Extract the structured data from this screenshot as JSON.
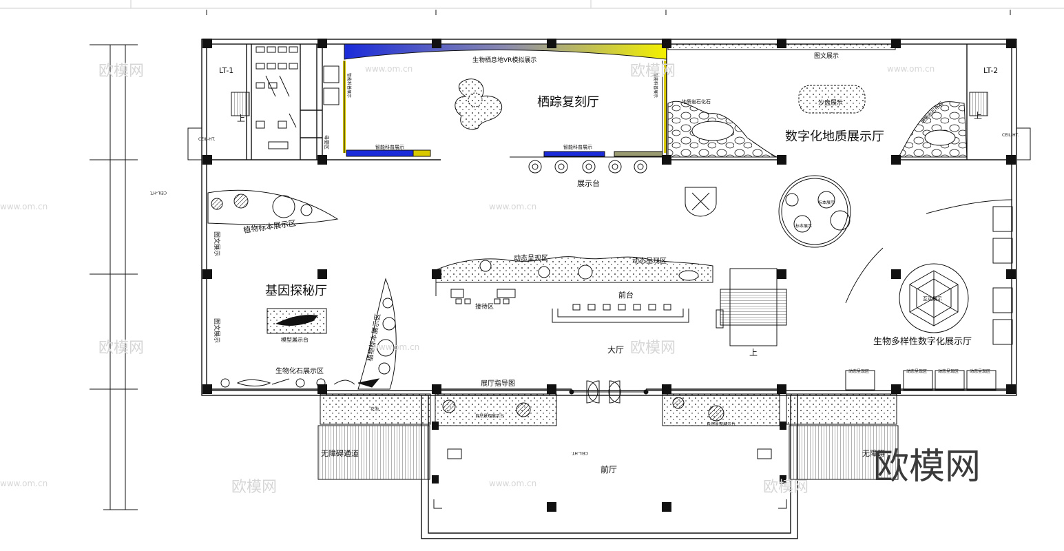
{
  "rooms": {
    "vr_room": "栖踪复刻厅",
    "geology_hall": "数字化地质展示厅",
    "gene_hall": "基因探秘厅",
    "biodiversity_hall": "生物多样性数字化展示厅",
    "lobby": "大厅",
    "front_hall": "前厅"
  },
  "labels": {
    "lt1": "LT-1",
    "lt2": "LT-2",
    "vr_exhibit": "生物栖息地VR模拟展示",
    "image_display_top": "图文展示",
    "sandtable": "沙盘展示",
    "geo_rock": "地质岩石化石",
    "geo_rock2": "地质岩石化石",
    "plant_specimen_a": "植物标本展示区",
    "plant_specimen_b": "植物标本展示区",
    "image_display_left1": "图文展示",
    "image_display_left2": "图文展示",
    "model_platform": "模型展示台",
    "fossil_area": "生物化石展示区",
    "mother_room": "母婴区",
    "smart_sci1": "智能科普展示",
    "smart_sci2": "智能科普展示",
    "smart_side1": "智能科普展示",
    "smart_side2": "智能科普展示",
    "display_stand": "展示台",
    "dynamic1": "动态呈现区",
    "dynamic2": "动态呈现区",
    "reception": "接待区",
    "front_desk": "前台",
    "hall_guide": "展厅指导图",
    "up_right": "上",
    "up_left": "上",
    "up_lt2": "上",
    "ramp_left": "无障碍通道",
    "ramp_right": "无障碍",
    "ceil_1": "CEIL-HT.",
    "ceil_2": "CEIL-HT.",
    "ceil_3": "CEIL-HT.",
    "ceil_4": "CEIL-HT.",
    "natural_scene1": "自然景观展示台",
    "natural_scene2": "自然景观展示台",
    "dyn_s1": "动态呈现区",
    "dyn_s2": "动态呈现区",
    "dyn_s3": "动态呈现区",
    "dyn_s4": "动态呈现区",
    "circle_small1": "标本展示",
    "circle_small2": "标本展示",
    "biodiv_center": "互动展示",
    "flower_bed": "花池"
  },
  "watermark": {
    "brand": "欧模网",
    "url": "www.om.cn",
    "big_brand": "欧模网"
  }
}
